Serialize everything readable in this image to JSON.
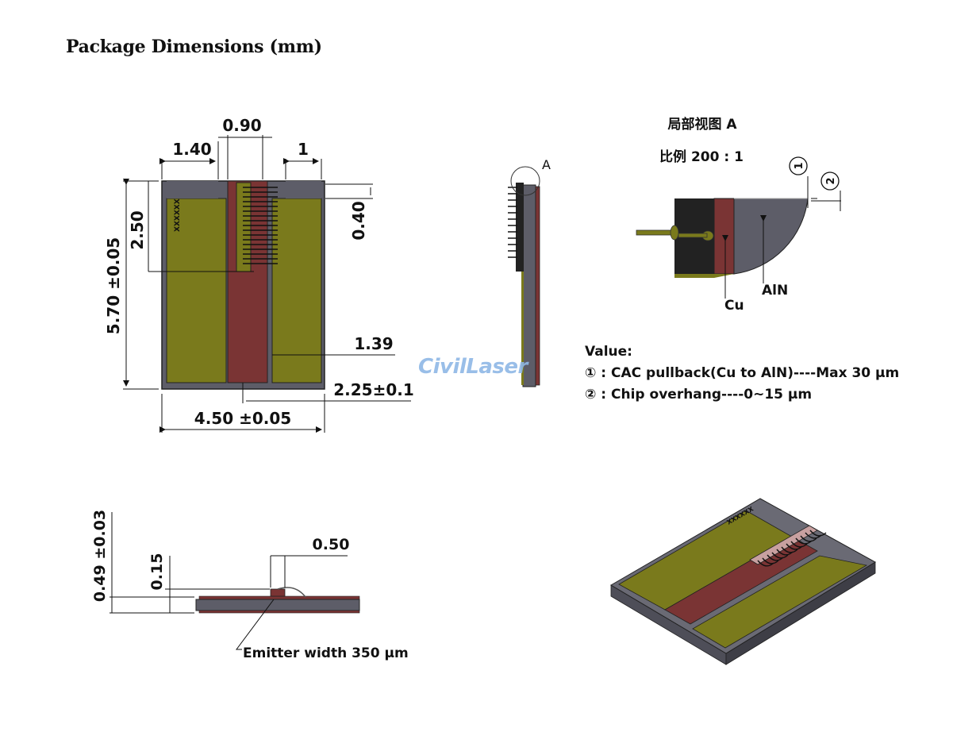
{
  "title": "Package Dimensions (mm)",
  "watermark": "CivilLaser",
  "top_view": {
    "dim_width": "4.50 ±0.05",
    "dim_height": "5.70 ±0.05",
    "dim_left_pad": "1.40",
    "dim_center": "0.90",
    "dim_right_pad": "1",
    "dim_chip_len": "2.50",
    "dim_top_notch": "0.40",
    "dim_right_strip": "1.39",
    "dim_half_width": "2.25±0.1",
    "marking": "XXXXXX"
  },
  "side_view": {
    "callout": "A"
  },
  "detail_view": {
    "title": "局部视图 A",
    "scale": "比例 200 : 1",
    "marker_1": "1",
    "marker_2": "2",
    "label_aln": "AlN",
    "label_cu": "Cu"
  },
  "values": {
    "heading": "Value:",
    "line1": "① : CAC pullback(Cu to AlN)----Max 30 μm",
    "line2": "② : Chip overhang----0~15 μm"
  },
  "front_view": {
    "dim_thickness": "0.49 ±0.03",
    "dim_chip_height": "0.15",
    "dim_chip_width": "0.50",
    "emitter_label": "Emitter width 350 μm"
  },
  "iso_view": {
    "marking": "XXXXXX"
  },
  "colors": {
    "olive": "#7a7a1c",
    "copper": "#7a3434",
    "substrate": "#5d5d68",
    "dark": "#222222"
  }
}
